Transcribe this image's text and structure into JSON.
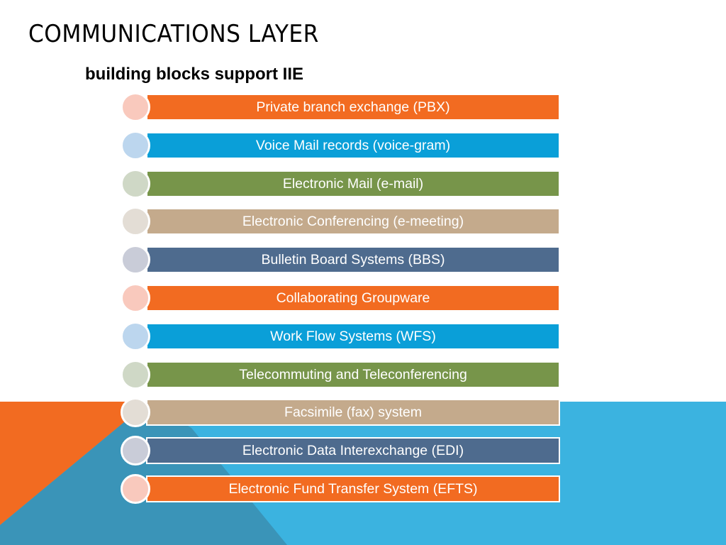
{
  "slide": {
    "title": "COMMUNICATIONS LAYER",
    "subtitle": "building blocks support IIE"
  },
  "colors": {
    "orange": "#f26b21",
    "blue": "#0a9fd8",
    "green": "#77954a",
    "tan": "#c4aa8c",
    "slate": "#4e6b8e",
    "bg_orange": "#f26b21",
    "bg_blue": "#3bb3e0",
    "bg_teal": "#3a94b8"
  },
  "blocks": [
    {
      "label": "Private branch exchange (PBX)",
      "bar_color": "#f26b21",
      "circle_color": "#f9c9bd"
    },
    {
      "label": "Voice Mail records (voice-gram)",
      "bar_color": "#0a9fd8",
      "circle_color": "#bcd6ee"
    },
    {
      "label": "Electronic Mail (e-mail)",
      "bar_color": "#77954a",
      "circle_color": "#cfd8c6"
    },
    {
      "label": "Electronic Conferencing (e-meeting)",
      "bar_color": "#c4aa8c",
      "circle_color": "#e3ddd5"
    },
    {
      "label": "Bulletin Board Systems (BBS)",
      "bar_color": "#4e6b8e",
      "circle_color": "#c9ccd8"
    },
    {
      "label": "Collaborating Groupware",
      "bar_color": "#f26b21",
      "circle_color": "#f9c9bd"
    },
    {
      "label": "Work Flow Systems (WFS)",
      "bar_color": "#0a9fd8",
      "circle_color": "#bcd6ee"
    },
    {
      "label": "Telecommuting and Teleconferencing",
      "bar_color": "#77954a",
      "circle_color": "#cfd8c6"
    },
    {
      "label": "Facsimile (fax) system",
      "bar_color": "#c4aa8c",
      "circle_color": "#e3ddd5"
    },
    {
      "label": "Electronic Data Interexchange (EDI)",
      "bar_color": "#4e6b8e",
      "circle_color": "#c9ccd8"
    },
    {
      "label": "Electronic Fund Transfer System (EFTS)",
      "bar_color": "#f26b21",
      "circle_color": "#f9c9bd"
    }
  ]
}
